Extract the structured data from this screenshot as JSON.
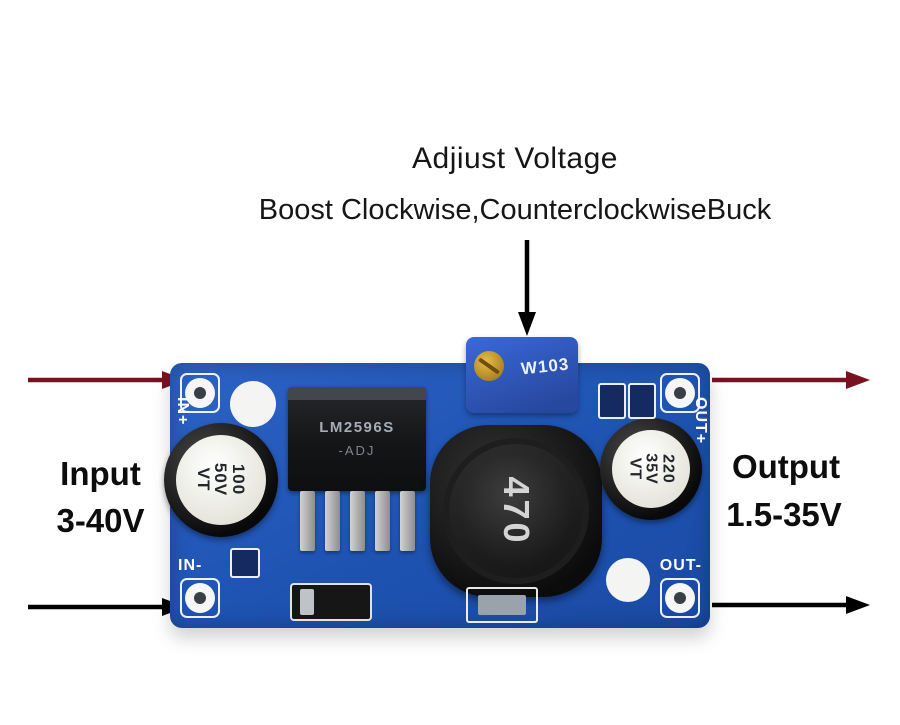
{
  "annotation": {
    "title": "Adjiust Voltage",
    "subtitle": "Boost Clockwise,CounterclockwiseBuck",
    "input": {
      "label": "Input",
      "range": "3-40V"
    },
    "output": {
      "label": "Output",
      "range": "1.5-35V"
    }
  },
  "board": {
    "silkscreen": {
      "in_plus": "IN+",
      "in_minus": "IN-",
      "out_plus": "OUT+",
      "out_minus": "OUT-"
    },
    "input_capacitor": {
      "line1": "100",
      "line2": "50V",
      "line3": "VT"
    },
    "output_capacitor": {
      "line1": "220",
      "line2": "35V",
      "line3": "VT"
    },
    "ic": {
      "line1": "LM2596S",
      "line2": "-ADJ"
    },
    "inductor": {
      "marking": "470"
    },
    "potentiometer": {
      "marking": "W103"
    }
  },
  "colors": {
    "pcb_blue": "#1e53b2",
    "pcb_blue_light": "#2d63c6",
    "pot_blue": "#3a69d8",
    "screw_brass": "#e6bd46",
    "arrow_dark_red": "#7a1121",
    "arrow_black": "#000000"
  }
}
